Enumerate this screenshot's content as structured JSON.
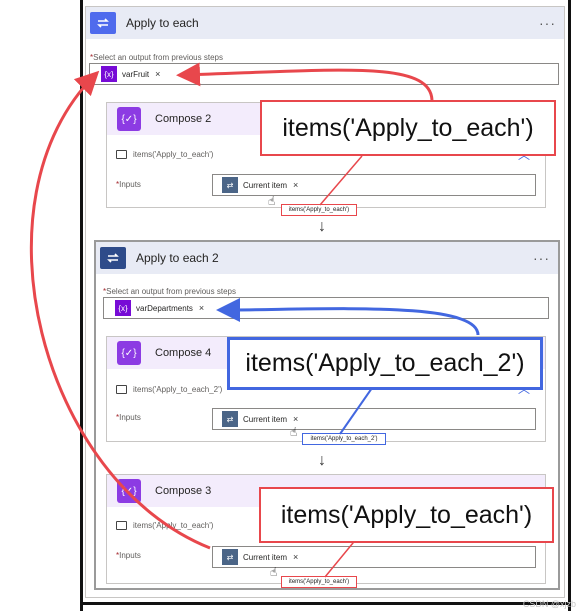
{
  "outer_loop": {
    "title": "Apply to each",
    "more": "···",
    "select_label": "Select an output from previous steps",
    "token": "varFruit"
  },
  "compose2": {
    "title": "Compose 2",
    "comment": "items('Apply_to_each')",
    "inputs_label": "Inputs",
    "token": "Current item"
  },
  "inner_loop": {
    "title": "Apply to each 2",
    "more": "···",
    "select_label": "Select an output from previous steps",
    "token": "varDepartments"
  },
  "compose4": {
    "title": "Compose 4",
    "comment": "items('Apply_to_each_2')",
    "inputs_label": "Inputs",
    "token": "Current item"
  },
  "compose3": {
    "title": "Compose 3",
    "comment": "items('Apply_to_each')",
    "inputs_label": "Inputs",
    "token": "Current item"
  },
  "callouts": {
    "top": "items('Apply_to_each')",
    "middle": "items('Apply_to_each_2')",
    "bottom": "items('Apply_to_each')"
  },
  "tooltips": {
    "t1": "items('Apply_to_each')",
    "t2": "items('Apply_to_each_2')",
    "t3": "items('Apply_to_each')"
  },
  "token_remove": "×",
  "required_mark": "*",
  "watermark": "CSDN @xjzb",
  "colors": {
    "red": "#e8474c",
    "blue": "#4267e0",
    "variable": "#770bd6",
    "compose": "#8c3be3",
    "loop": "#4f6bed"
  }
}
